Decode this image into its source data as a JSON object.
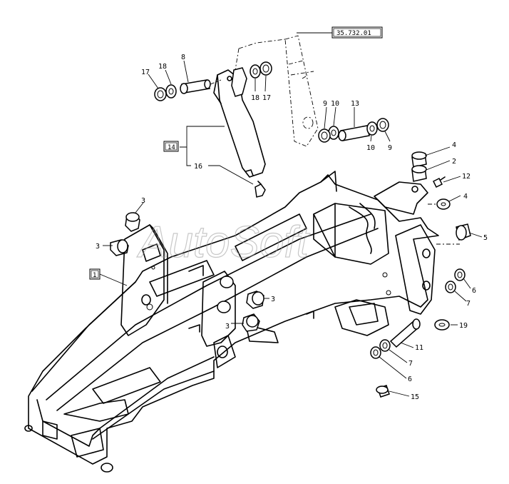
{
  "watermark": "AutoSoft",
  "reference": "35.732.01",
  "callouts": {
    "c17a": "17",
    "c18a": "18",
    "c8": "8",
    "c18b": "18",
    "c17b": "17",
    "c14": "14",
    "c16": "16",
    "c9a": "9",
    "c10a": "10",
    "c13": "13",
    "c10b": "10",
    "c9b": "9",
    "c4a": "4",
    "c2": "2",
    "c12": "12",
    "c4b": "4",
    "c5": "5",
    "c3a": "3",
    "c3b": "3",
    "c3c": "3",
    "c3d": "3",
    "c1": "1",
    "c6a": "6",
    "c7a": "7",
    "c19": "19",
    "c11": "11",
    "c7b": "7",
    "c6b": "6",
    "c15": "15"
  }
}
